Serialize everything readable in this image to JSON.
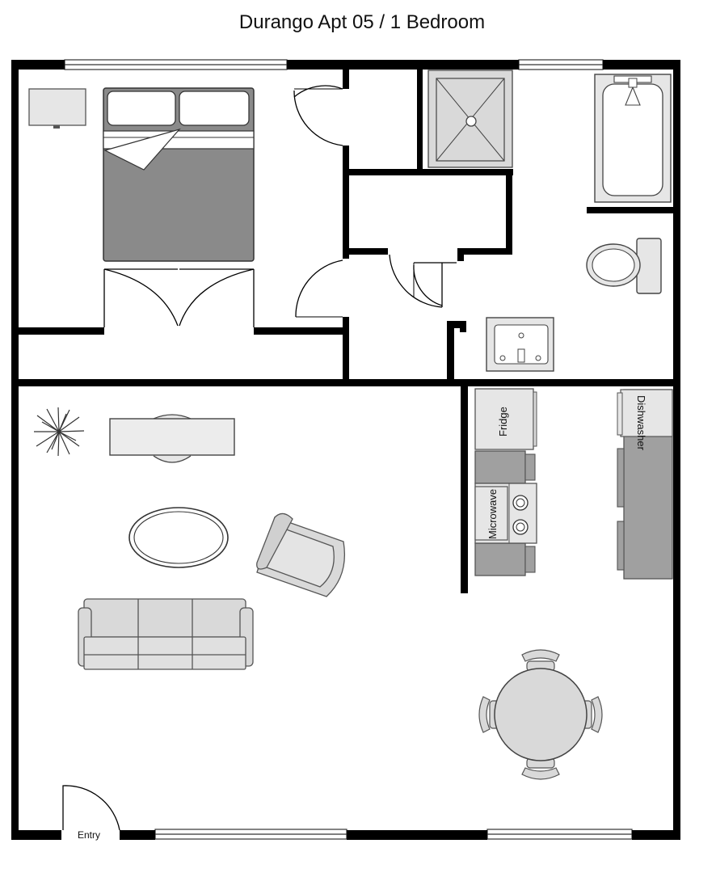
{
  "title": "Durango Apt 05 / 1 Bedroom",
  "labels": {
    "fridge": "Fridge",
    "dishwasher": "Dishwasher",
    "microwave": "Microwave",
    "entry": "Entry"
  },
  "colors": {
    "wall": "#000000",
    "fixture_fill": "#e6e6e6",
    "bed_fill": "#8a8a8a",
    "counter_fill": "#a0a0a0",
    "furniture_fill": "#d9d9d9",
    "outline": "#555555"
  }
}
